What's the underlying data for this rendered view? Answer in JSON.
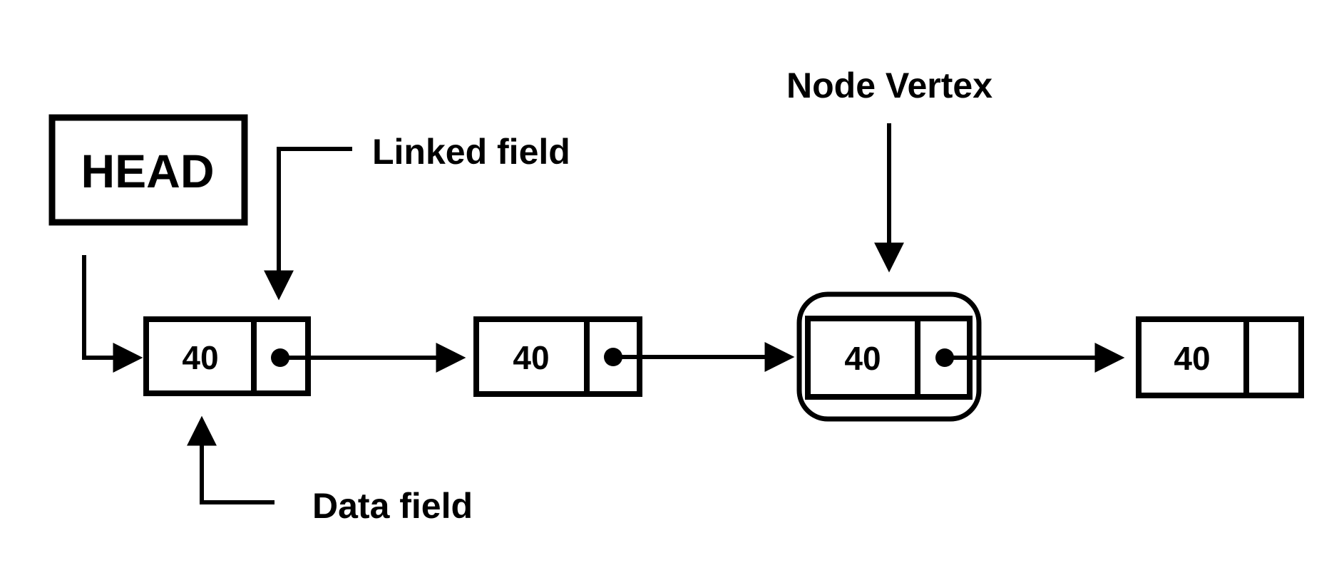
{
  "diagram": {
    "type": "singly-linked-list",
    "head": {
      "label": "HEAD"
    },
    "annotations": {
      "linked_field": "Linked field",
      "data_field": "Data field",
      "node_vertex": "Node Vertex"
    },
    "nodes": [
      {
        "value": "40",
        "has_pointer_dot": true,
        "highlighted": false
      },
      {
        "value": "40",
        "has_pointer_dot": true,
        "highlighted": false
      },
      {
        "value": "40",
        "has_pointer_dot": true,
        "highlighted": true
      },
      {
        "value": "40",
        "has_pointer_dot": false,
        "highlighted": false
      }
    ],
    "colors": {
      "stroke": "#000000",
      "background": "#ffffff"
    }
  }
}
